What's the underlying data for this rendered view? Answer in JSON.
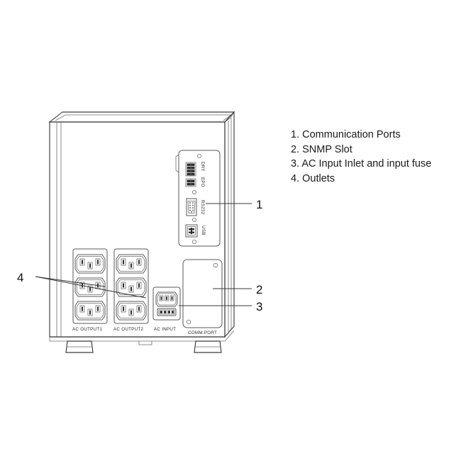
{
  "legend": {
    "items": [
      "1. Communication Ports",
      "2. SNMP Slot",
      "3. AC Input Inlet and input fuse",
      "4. Outlets"
    ]
  },
  "callouts": [
    {
      "number": "1",
      "target": "communication-ports"
    },
    {
      "number": "2",
      "target": "snmp-slot"
    },
    {
      "number": "3",
      "target": "ac-input-inlet"
    },
    {
      "number": "4",
      "target": "outlets"
    }
  ],
  "device": {
    "panel_labels": {
      "ac_output_1": "AC OUTPUT1",
      "ac_output_2": "AC OUTPUT2",
      "ac_input": "AC INPUT",
      "comm_port": "COMM.PORT"
    },
    "communication_ports": {
      "dry_label": "DRY",
      "epo_label": "EPO",
      "rs232_label": "RS232",
      "usb_label": "USB",
      "dry_terminal_count": 4,
      "epo_terminal_count": 2,
      "rs232_pin_count": 9
    },
    "outlets": {
      "group_1_count": 3,
      "group_2_count": 3,
      "type": "IEC C13"
    },
    "ac_input": {
      "inlet_type": "IEC C14",
      "has_fuse_holder": true
    },
    "snmp_slot": {
      "screw_count": 2,
      "state": "blank cover"
    },
    "feet_count": 2
  },
  "colors": {
    "outline": "#3c3c3c",
    "detail": "#5a5a5a",
    "text": "#1a1a1a",
    "background": "#ffffff"
  }
}
